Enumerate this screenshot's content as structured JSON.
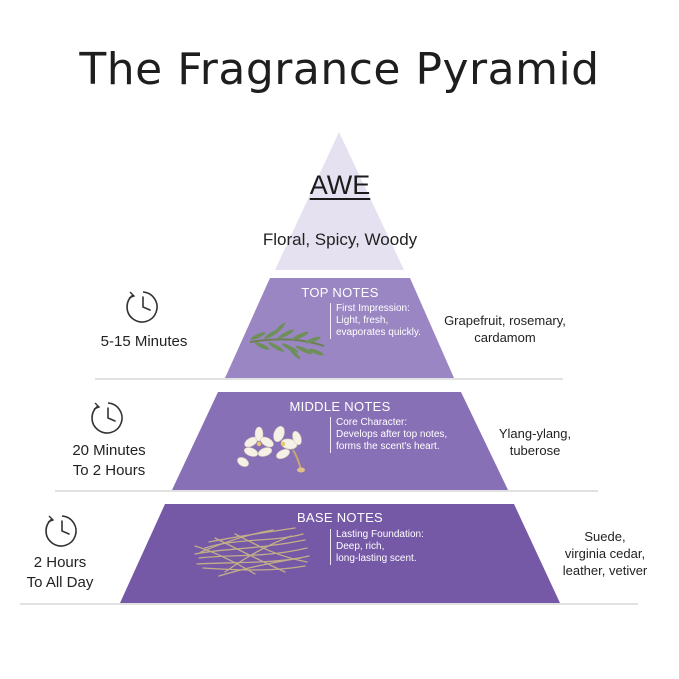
{
  "title": "The Fragrance Pyramid",
  "brand": "AWE",
  "tagline": "Floral, Spicy, Woody",
  "colors": {
    "apex": "#e6e1f0",
    "top": "#9a86c2",
    "middle": "#8870b6",
    "base": "#7558a6",
    "divider": "#cfcfcf",
    "text": "#222222"
  },
  "tiers": [
    {
      "title": "TOP NOTES",
      "description_label": "First Impression:",
      "description_lines": [
        "Light, fresh,",
        "evaporates quickly."
      ],
      "time_lines": [
        "5-15 Minutes"
      ],
      "ingredient_lines": [
        "Grapefruit, rosemary,",
        "cardamom"
      ],
      "icon": "clock-icon",
      "image": "rosemary-sprig"
    },
    {
      "title": "MIDDLE NOTES",
      "description_label": "Core Character:",
      "description_lines": [
        "Develops after top notes,",
        "forms the scent's heart."
      ],
      "time_lines": [
        "20 Minutes",
        "To 2 Hours"
      ],
      "ingredient_lines": [
        "Ylang-ylang,",
        "tuberose"
      ],
      "icon": "clock-icon",
      "image": "white-flowers"
    },
    {
      "title": "BASE NOTES",
      "description_label": "Lasting Foundation:",
      "description_lines": [
        "Deep, rich,",
        "long-lasting scent."
      ],
      "time_lines": [
        "2 Hours",
        "To All Day"
      ],
      "ingredient_lines": [
        "Suede,",
        "virginia cedar,",
        "leather, vetiver"
      ],
      "icon": "clock-icon",
      "image": "vetiver-roots"
    }
  ]
}
